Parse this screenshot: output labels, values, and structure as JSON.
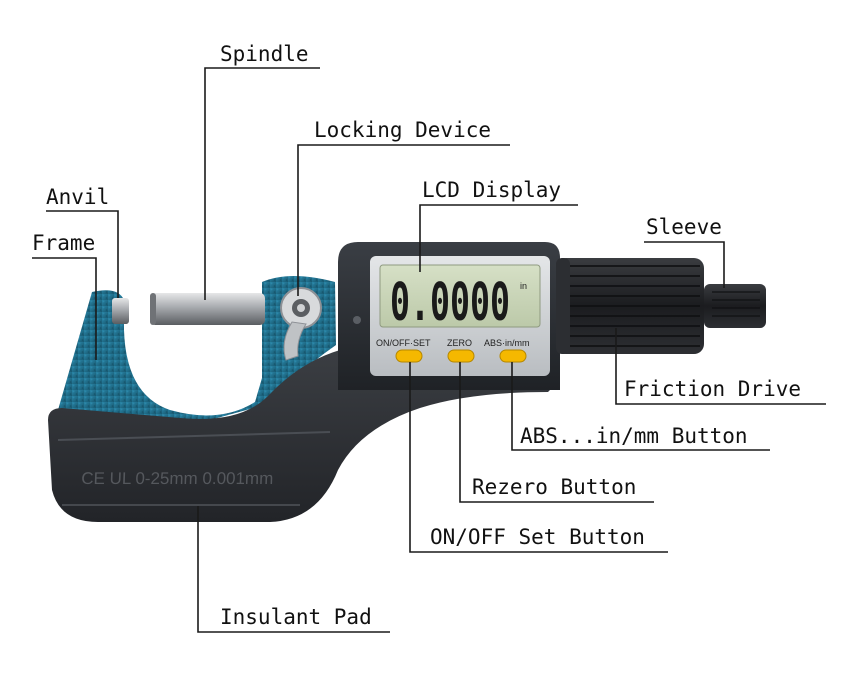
{
  "labels": {
    "spindle": "Spindle",
    "locking_device": "Locking Device",
    "anvil": "Anvil",
    "frame": "Frame",
    "lcd_display": "LCD Display",
    "sleeve": "Sleeve",
    "friction_drive": "Friction Drive",
    "abs_button": "ABS...in/mm Button",
    "rezero_button": "Rezero Button",
    "onoff_button": "ON/OFF Set Button",
    "insulant_pad": "Insulant Pad"
  },
  "device": {
    "reading": "0.0000",
    "unit": "in",
    "button_labels": {
      "onoff": "ON/OFF·SET",
      "zero": "ZERO",
      "abs": "ABS·in/mm"
    },
    "engraving": "CE UL 0-25mm  0.001mm"
  },
  "colors": {
    "frame_blue": "#1e6f8c",
    "body_dark": "#2a2d31",
    "lcd_bg": "#c9d4b8",
    "button_yellow": "#f5b800",
    "thimble": "#1c1d20"
  },
  "icons": [
    "lock-lever-icon"
  ]
}
